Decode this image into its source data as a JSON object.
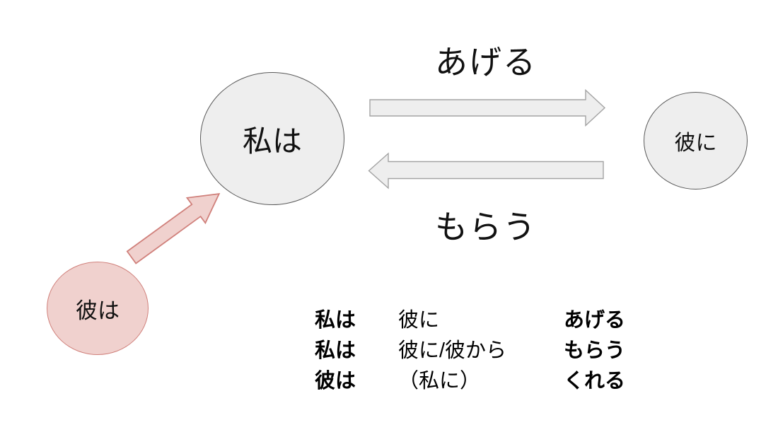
{
  "diagram": {
    "nodes": {
      "watashi": {
        "label": "私は"
      },
      "kare_ni": {
        "label": "彼に"
      },
      "kare_wa": {
        "label": "彼は"
      }
    },
    "arrows": {
      "give_label": "あげる",
      "receive_label": "もらう"
    },
    "table": {
      "rows": [
        {
          "subject": "私は",
          "object": "彼に",
          "verb": "あげる"
        },
        {
          "subject": "私は",
          "object": "彼に/彼から",
          "verb": "もらう"
        },
        {
          "subject": "彼は",
          "object": "（私に）",
          "verb": "くれる"
        }
      ]
    }
  },
  "colors": {
    "gray_fill": "#eeeeee",
    "gray_stroke": "#a3a3a3",
    "circle_stroke": "#595959",
    "pink_fill": "#f0d1ce",
    "pink_stroke": "#d0807b",
    "text_color": "#111111"
  }
}
